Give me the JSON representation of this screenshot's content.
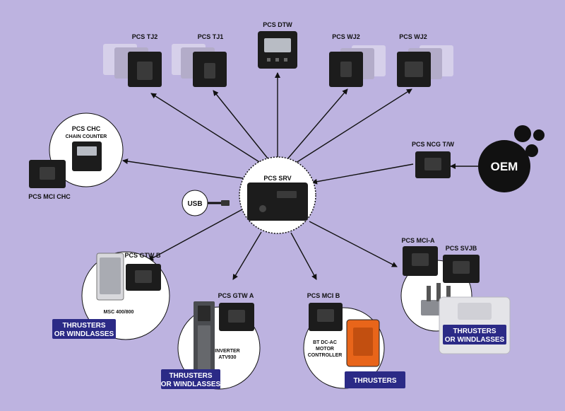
{
  "diagram": {
    "center": {
      "label": "PCS SRV"
    },
    "devices": {
      "tj2": "PCS TJ2",
      "tj1": "PCS TJ1",
      "dtw": "PCS DTW",
      "wj2a": "PCS WJ2",
      "wj2b": "PCS WJ2",
      "chc": "PCS CHC",
      "chc_sub": "CHAIN COUNTER",
      "mci_chc": "PCS MCI CHC",
      "ncg": "PCS NCG T/W",
      "gtw_b": "PCS GTW B",
      "gtw_a": "PCS GTW A",
      "mci_b": "PCS MCI B",
      "mci_a": "PCS MCI-A",
      "svjb": "PCS SVJB"
    },
    "usb": "USB",
    "oem": "OEM",
    "notes": {
      "msc": "MSC 400/800",
      "inverter_l1": "INVERTER",
      "inverter_l2": "ATV930",
      "bt_l1": "BT DC-AC",
      "bt_l2": "MOTOR",
      "bt_l3": "CONTROLLER"
    },
    "badges": {
      "tw1_l1": "THRUSTERS",
      "tw1_l2": "OR WINDLASSES",
      "tw2_l1": "THRUSTERS",
      "tw2_l2": "OR WINDLASSES",
      "thrusters": "THRUSTERS",
      "tw3_l1": "THRUSTERS",
      "tw3_l2": "OR WINDLASSES"
    },
    "colors": {
      "background": "#bdb3e0",
      "badge": "#2b2a86",
      "device": "#1c1c1c",
      "controller": "#e8651a"
    }
  }
}
